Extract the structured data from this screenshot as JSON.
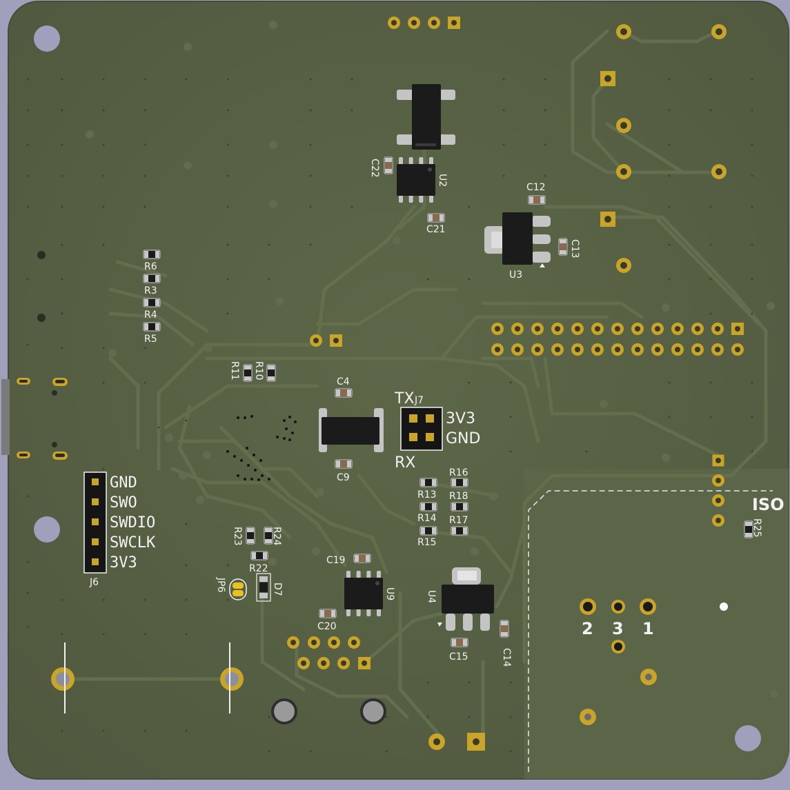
{
  "colors": {
    "background": "#9fa1bc",
    "board": "#565f44",
    "board_light": "#5e6849",
    "trace": "#626e4c",
    "pad_gold": "#c8a428",
    "pad_dark": "#3a3a2a",
    "silkscreen": "#f2f2f2",
    "ic_body": "#1b1b1b",
    "smd_pad": "#c8c8c8",
    "cap_body": "#8a6a4e"
  },
  "j7": {
    "ref": "J7",
    "labels": [
      "TX",
      "3V3",
      "GND",
      "RX"
    ]
  },
  "j6": {
    "ref": "J6",
    "pins": [
      "GND",
      "SWO",
      "SWDIO",
      "SWCLK",
      "3V3"
    ]
  },
  "iso_label": "ISO",
  "relay_pins": [
    "2",
    "3",
    "1"
  ],
  "designators": {
    "ics": [
      "U2",
      "U3",
      "U4",
      "U9"
    ],
    "caps": [
      "C4",
      "C9",
      "C12",
      "C13",
      "C14",
      "C15",
      "C19",
      "C20",
      "C21",
      "C22"
    ],
    "resistors_left": [
      "R6",
      "R3",
      "R4",
      "R5"
    ],
    "resistors_pair": [
      "R11",
      "R10"
    ],
    "resistors_mid": [
      "R16",
      "R13",
      "R18",
      "R14",
      "R17",
      "R15"
    ],
    "resistors_swd": [
      "R23",
      "R24",
      "R22"
    ],
    "r25": "R25",
    "jp6": "JP6",
    "d7": "D7"
  }
}
